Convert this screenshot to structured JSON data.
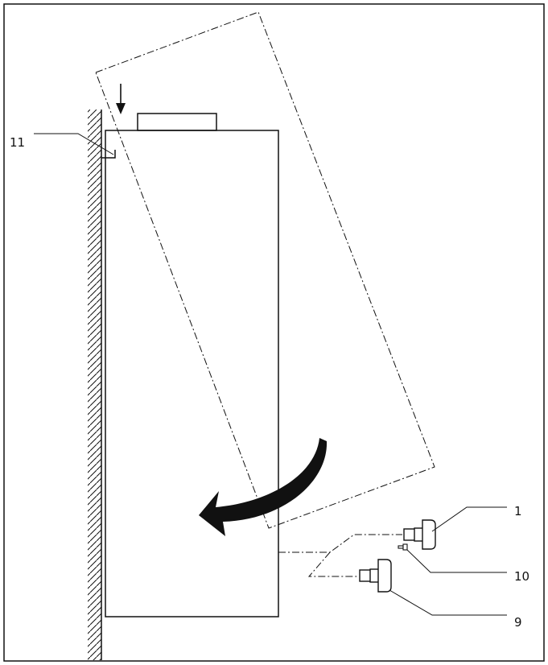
{
  "callouts": {
    "label_1": "1",
    "label_9": "9",
    "label_10": "10",
    "label_11": "11"
  },
  "colors": {
    "stroke": "#111111",
    "background": "#ffffff"
  }
}
